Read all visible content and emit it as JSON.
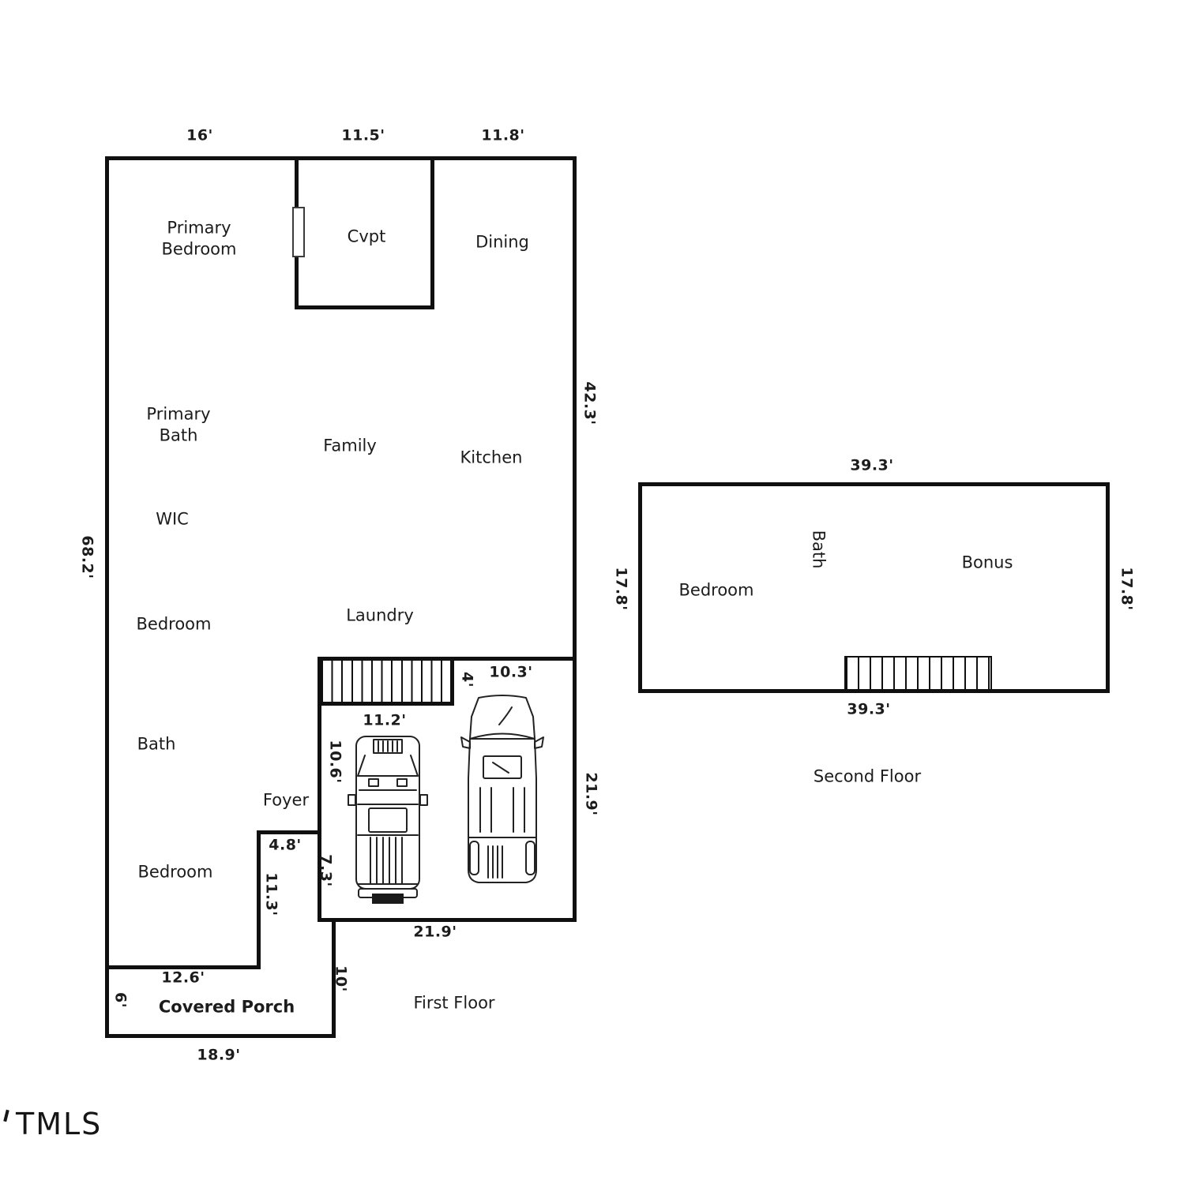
{
  "watermark": "TMLS",
  "first_floor": {
    "title": "First Floor",
    "rooms": {
      "primary_bedroom": "Primary\nBedroom",
      "cvpt": "Cvpt",
      "dining": "Dining",
      "primary_bath": "Primary\nBath",
      "family": "Family",
      "kitchen": "Kitchen",
      "wic": "WIC",
      "bedroom_mid": "Bedroom",
      "laundry": "Laundry",
      "bath": "Bath",
      "foyer": "Foyer",
      "bedroom_lower": "Bedroom",
      "covered_porch": "Covered Porch"
    },
    "dims": {
      "top_16": "16'",
      "top_11_5": "11.5'",
      "top_11_8": "11.8'",
      "right_42_3": "42.3'",
      "left_68_2": "68.2'",
      "stair_4": "4'",
      "garage_10_3": "10.3'",
      "stair_11_2": "11.2'",
      "garage_left_10_6": "10.6'",
      "garage_left_7_3": "7.3'",
      "garage_right_21_9": "21.9'",
      "foyer_4_8": "4.8'",
      "foyer_11_3": "11.3'",
      "porch_12_6": "12.6'",
      "porch_6": "6'",
      "porch_10": "10'",
      "garage_bottom_21_9": "21.9'",
      "porch_18_9": "18.9'"
    }
  },
  "second_floor": {
    "title": "Second Floor",
    "rooms": {
      "bedroom": "Bedroom",
      "bath": "Bath",
      "bonus": "Bonus"
    },
    "dims": {
      "top_39_3": "39.3'",
      "bottom_39_3": "39.3'",
      "left_17_8": "17.8'",
      "right_17_8": "17.8'"
    }
  }
}
